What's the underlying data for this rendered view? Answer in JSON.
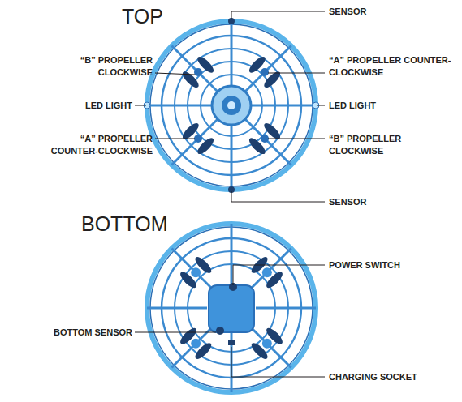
{
  "diagram": {
    "labels": [
      "TOP",
      "SENSOR",
      "“B” PROPELLER CLOCKWISE",
      "“A” PROPELLER COUNTER-CLOCKWISE",
      "LED LIGHT",
      "LED LIGHT",
      "“A” PROPELLER COUNTER-CLOCKWISE",
      "“B” PROPELLER CLOCKWISE",
      "SENSOR",
      "BOTTOM",
      "POWER SWITCH",
      "BOTTOM SENSOR",
      "CHARGING SOCKET"
    ]
  }
}
